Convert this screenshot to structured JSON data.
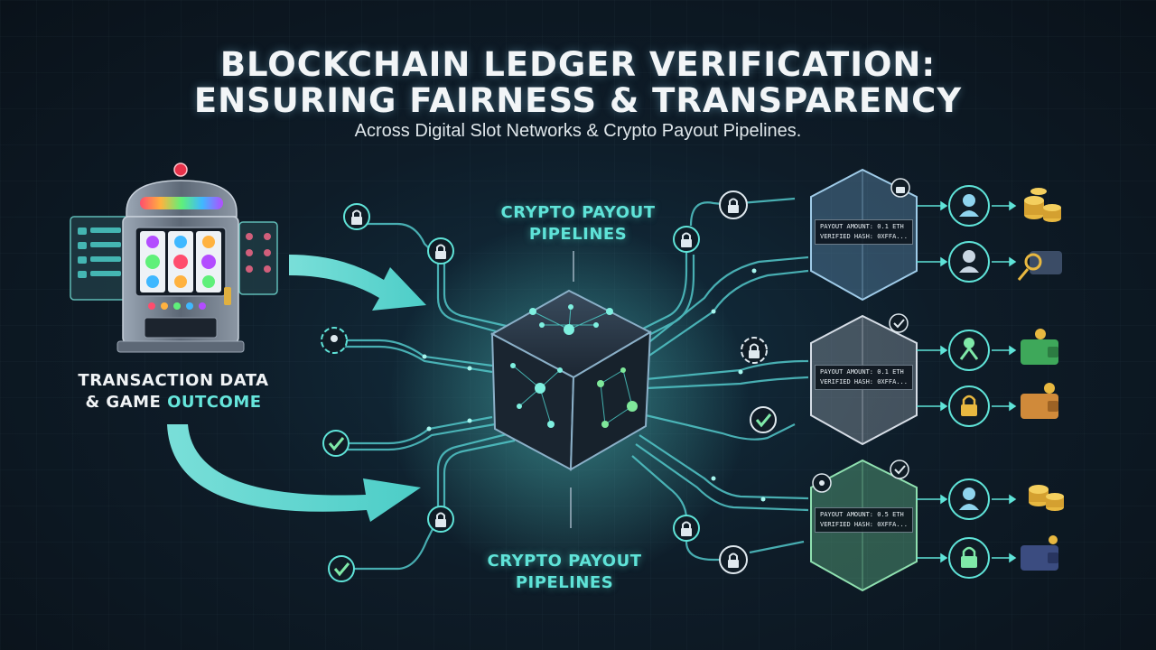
{
  "title_line1": "BLOCKCHAIN LEDGER VERIFICATION:",
  "title_line2": "ENSURING FAIRNESS & TRANSPARENCY",
  "subtitle": "Across Digital Slot Networks & Crypto Payout Pipelines.",
  "labels": {
    "pipeline_top": "CRYPTO PAYOUT PIPELINES",
    "pipeline_bottom": "CRYPTO PAYOUT PIPELINES",
    "transaction_line1": "TRANSACTION DATA",
    "transaction_line2_prefix": "& GAME ",
    "transaction_line2_highlight": "OUTCOME"
  },
  "ledger_cards": [
    {
      "line1": "PAYOUT AMOUNT: 0.1 ETH",
      "line2": "VERIFIED HASH: 0XFFA..."
    },
    {
      "line1": "PAYOUT AMOUNT: 0.1 ETH",
      "line2": "VERIFIED HASH: 0XFFA..."
    },
    {
      "line1": "PAYOUT AMOUNT: 0.5 ETH",
      "line2": "VERIFIED HASH: 0XFFA..."
    }
  ],
  "colors": {
    "accent_cyan": "#5fe3d8",
    "block_blue": "#8fb8d8",
    "block_silver": "#c4ccd6",
    "block_green": "#6fd49a"
  }
}
